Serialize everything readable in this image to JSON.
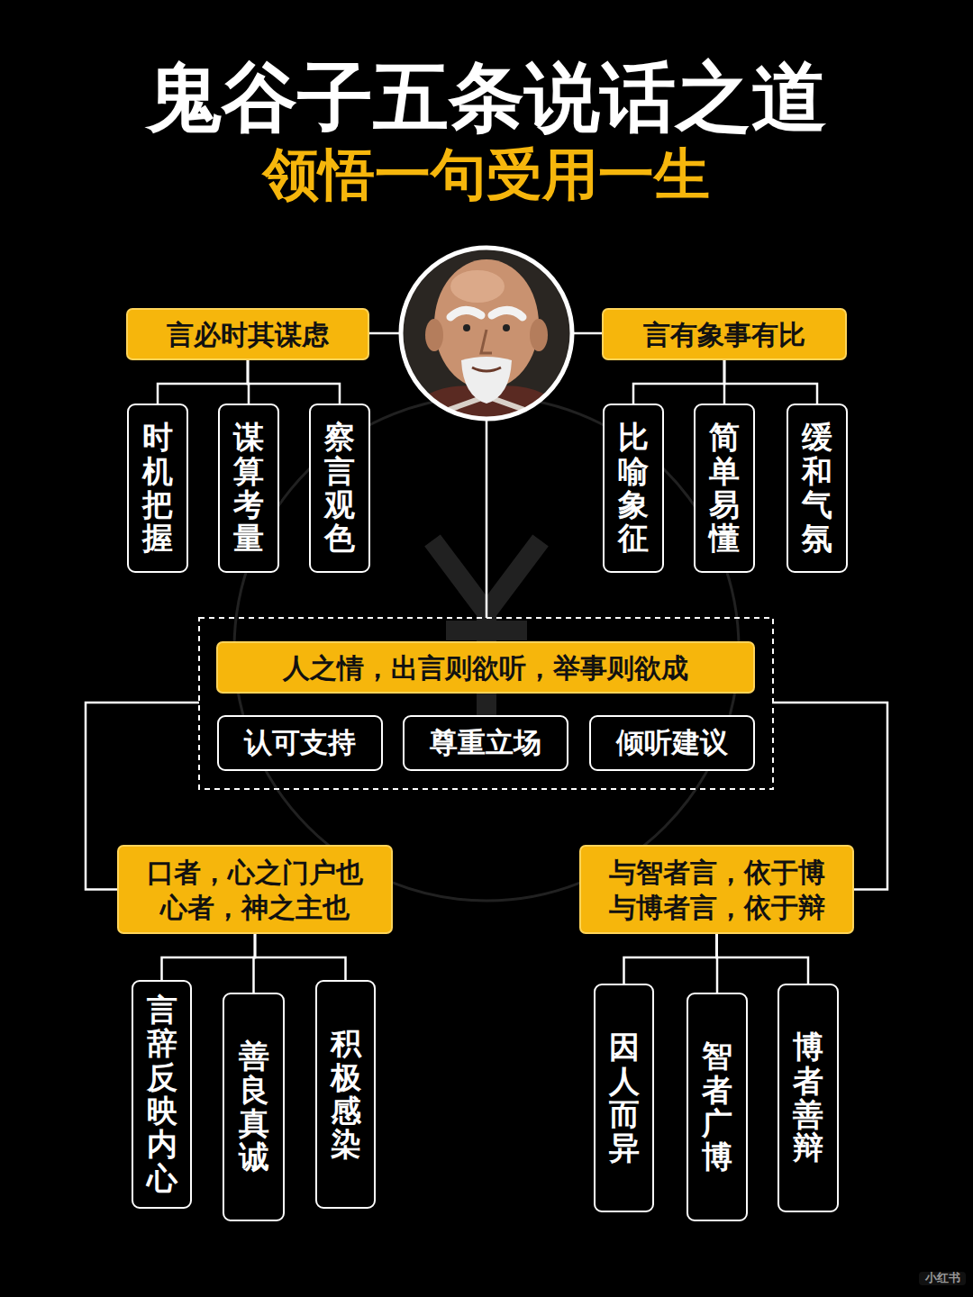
{
  "diagram": {
    "title": "鬼谷子五条说话之道",
    "nodes": [
      {
        "text": [
          "言必时其谋虑"
        ]
      },
      {
        "text": [
          "时机把握"
        ]
      },
      {
        "text": [
          "谋算考量"
        ]
      },
      {
        "text": [
          "察言观色"
        ]
      },
      {
        "text": [
          "言有象事有比"
        ]
      },
      {
        "text": [
          "比喻象征"
        ]
      },
      {
        "text": [
          "简单易懂"
        ]
      },
      {
        "text": [
          "缓和气氛"
        ]
      },
      {
        "text": [
          "人之情，出言则欲听，举事则欲成"
        ]
      },
      {
        "text": [
          "认可支持"
        ]
      },
      {
        "text": [
          "尊重立场"
        ]
      },
      {
        "text": [
          "倾听建议"
        ]
      },
      {
        "text": [
          "口者，心之门户也 心者，神之主也"
        ]
      },
      {
        "text": [
          "言辞反映内心"
        ]
      },
      {
        "text": [
          "善良真诚"
        ]
      },
      {
        "text": [
          "积极感染"
        ]
      },
      {
        "text": [
          "与智者言，依于博 与博者言，依于辩"
        ]
      },
      {
        "text": [
          "因人而异"
        ]
      },
      {
        "text": [
          "智者广博"
        ]
      },
      {
        "text": [
          "博者善辩"
        ]
      }
    ],
    "edges": [
      {
        "from": 0,
        "to": 1,
        "arrow": "none"
      },
      {
        "from": 0,
        "to": 2,
        "arrow": "none"
      },
      {
        "from": 0,
        "to": 3,
        "arrow": "none"
      },
      {
        "from": 4,
        "to": 5,
        "arrow": "none"
      },
      {
        "from": 4,
        "to": 6,
        "arrow": "none"
      },
      {
        "from": 4,
        "to": 7,
        "arrow": "none"
      },
      {
        "from": 8,
        "to": 12,
        "arrow": "none"
      },
      {
        "from": 8,
        "to": 16,
        "arrow": "none"
      },
      {
        "from": 12,
        "to": 13,
        "arrow": "none"
      },
      {
        "from": 12,
        "to": 14,
        "arrow": "none"
      },
      {
        "from": 12,
        "to": 15,
        "arrow": "none"
      },
      {
        "from": 16,
        "to": 17,
        "arrow": "none"
      },
      {
        "from": 16,
        "to": 18,
        "arrow": "none"
      },
      {
        "from": 16,
        "to": 19,
        "arrow": "none"
      }
    ],
    "labels": [
      "领悟一句受用一生",
      "小红书"
    ]
  }
}
